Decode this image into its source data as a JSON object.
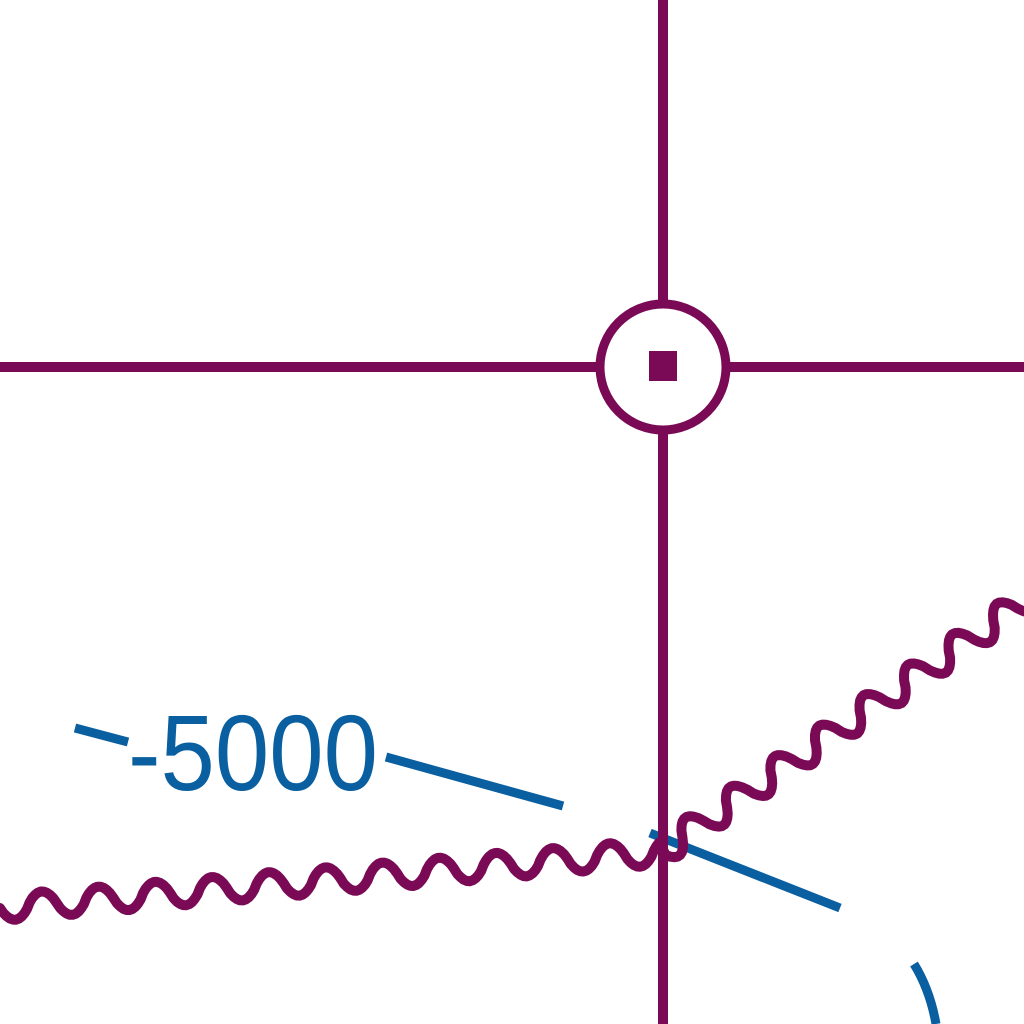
{
  "map": {
    "colors": {
      "grid_lines": "#7a0a55",
      "contour_lines": "#0a5fa0",
      "background": "#ffffff"
    },
    "contour_label": "-5000",
    "features": {
      "intersection_marker": "circled-dot",
      "boundary_line_style": "wavy"
    }
  }
}
